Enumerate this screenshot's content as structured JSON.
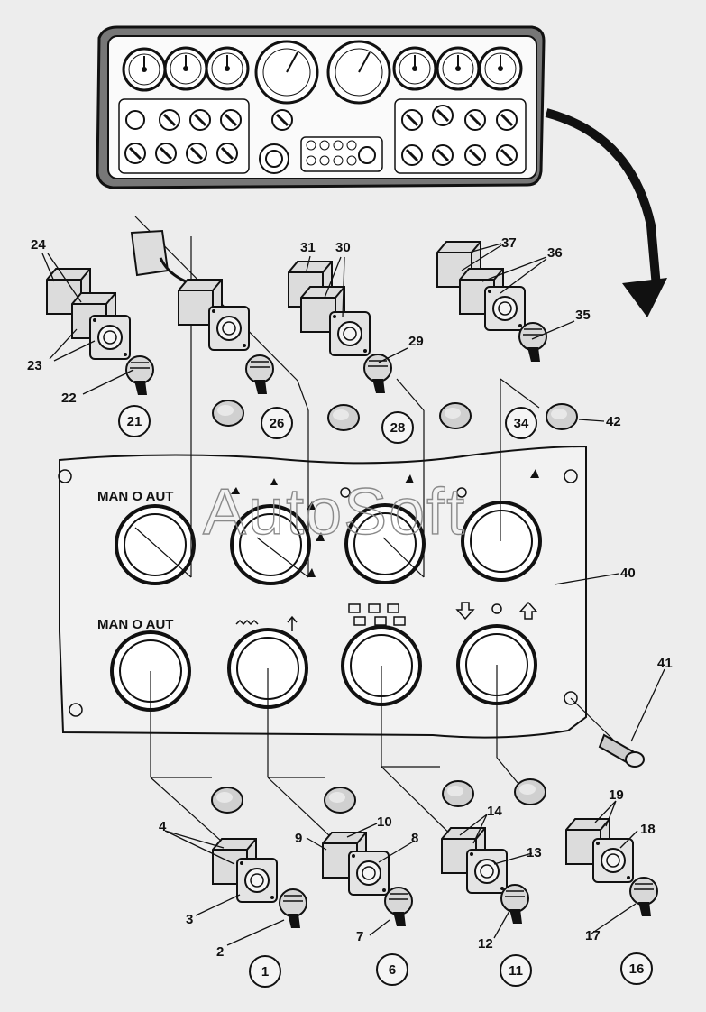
{
  "watermark": "AutoSoft",
  "panel_labels": {
    "row1_mode": "MAN O AUT",
    "row2_mode": "MAN O AUT"
  },
  "callouts": [
    {
      "id": "c24",
      "text": "24"
    },
    {
      "id": "c23",
      "text": "23"
    },
    {
      "id": "c22",
      "text": "22"
    },
    {
      "id": "c31",
      "text": "31"
    },
    {
      "id": "c30",
      "text": "30"
    },
    {
      "id": "c29",
      "text": "29"
    },
    {
      "id": "c37",
      "text": "37"
    },
    {
      "id": "c36",
      "text": "36"
    },
    {
      "id": "c35",
      "text": "35"
    },
    {
      "id": "c42",
      "text": "42"
    },
    {
      "id": "c40",
      "text": "40"
    },
    {
      "id": "c41",
      "text": "41"
    },
    {
      "id": "c4",
      "text": "4"
    },
    {
      "id": "c3",
      "text": "3"
    },
    {
      "id": "c2",
      "text": "2"
    },
    {
      "id": "c10",
      "text": "10"
    },
    {
      "id": "c9",
      "text": "9"
    },
    {
      "id": "c8",
      "text": "8"
    },
    {
      "id": "c7",
      "text": "7"
    },
    {
      "id": "c14",
      "text": "14"
    },
    {
      "id": "c13",
      "text": "13"
    },
    {
      "id": "c12",
      "text": "12"
    },
    {
      "id": "c19",
      "text": "19"
    },
    {
      "id": "c18",
      "text": "18"
    },
    {
      "id": "c17",
      "text": "17"
    }
  ],
  "position_circles": [
    {
      "id": "p21",
      "text": "21"
    },
    {
      "id": "p26",
      "text": "26"
    },
    {
      "id": "p28",
      "text": "28"
    },
    {
      "id": "p34",
      "text": "34"
    },
    {
      "id": "p1",
      "text": "1"
    },
    {
      "id": "p6",
      "text": "6"
    },
    {
      "id": "p11",
      "text": "11"
    },
    {
      "id": "p16",
      "text": "16"
    }
  ]
}
